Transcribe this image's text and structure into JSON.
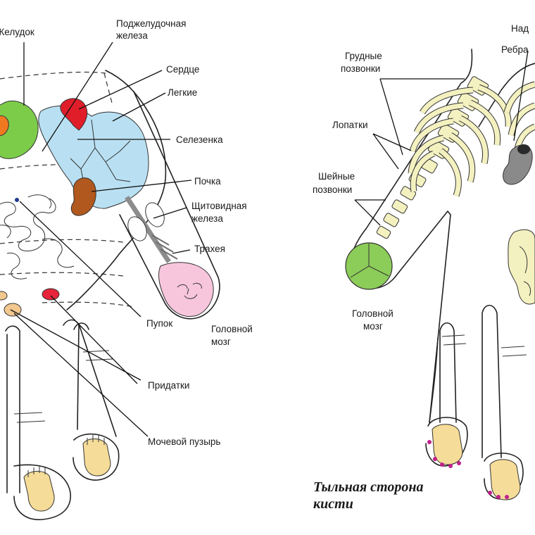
{
  "labels": {
    "stomach": "Желудок",
    "pancreas_1": "Поджелудочная",
    "pancreas_2": "железа",
    "heart": "Сердце",
    "lungs": "Легкие",
    "spleen": "Селезенка",
    "kidney": "Почка",
    "thyroid_1": "Щитовидная",
    "thyroid_2": "железа",
    "trachea": "Трахея",
    "navel": "Пупок",
    "brain_left_1": "Головной",
    "brain_left_2": "мозг",
    "appendages": "Придатки",
    "bladder": "Мочевой пузырь",
    "thoracic_1": "Грудные",
    "thoracic_2": "позвонки",
    "scapulae": "Лопатки",
    "cervical_1": "Шейные",
    "cervical_2": "позвонки",
    "brain_right_1": "Головной",
    "brain_right_2": "мозг",
    "adrenal_partial": "Над",
    "ribs_partial": "Ребра",
    "back_side_1": "Тыльная сторона",
    "back_side_2": "кисти"
  },
  "colors": {
    "stomach": "#7ccc4a",
    "stomach_orange": "#f07820",
    "heart": "#e01e2a",
    "lungs": "#b9e0f2",
    "kidney": "#b0581e",
    "trachea": "#8c8c8c",
    "brain_pink": "#f7c6dc",
    "bladder_red": "#e8243a",
    "appendage_peach": "#f2c88e",
    "foot_skin": "#f5dc98",
    "spine_bone": "#f4f1c0",
    "brain_green": "#8ccc58",
    "adrenal_gray": "#8a8a8a",
    "nail_dot": "#c0208a"
  },
  "icons": {
    "tiny_foot": "foot-figure-icon",
    "face": "face-icon"
  }
}
